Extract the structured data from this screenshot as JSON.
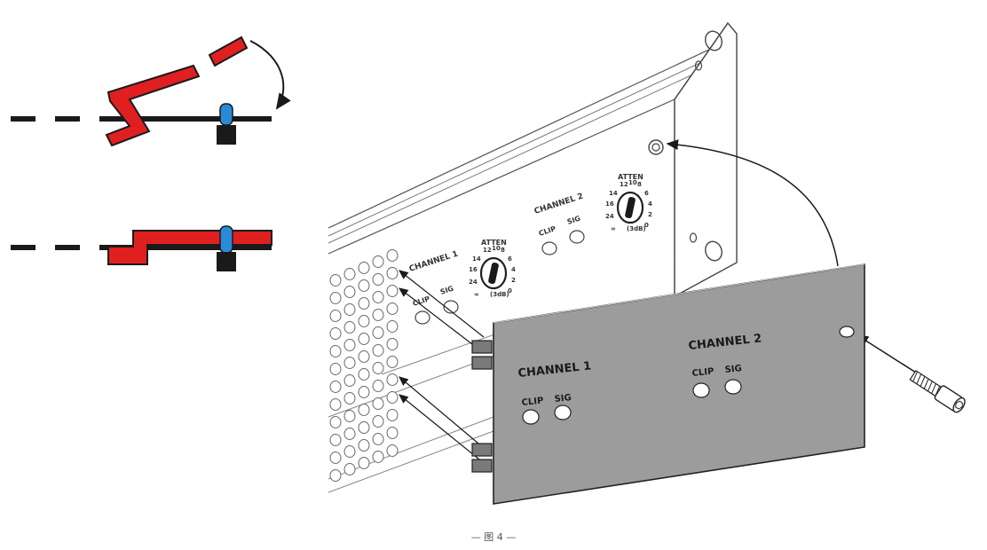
{
  "figure": {
    "caption": "— 图 4 —"
  },
  "rear_panel": {
    "channel1": {
      "label": "CHANNEL 1",
      "clip": "CLIP",
      "sig": "SIG"
    },
    "channel2": {
      "label": "CHANNEL 2",
      "clip": "CLIP",
      "sig": "SIG"
    },
    "atten_label": "ATTEN",
    "dial_ticks": [
      "12",
      "10",
      "8",
      "14",
      "6",
      "16",
      "4",
      "24",
      "2",
      "∞",
      "(3dB)",
      "0"
    ]
  },
  "cover_plate": {
    "channel1": {
      "label": "CHANNEL 1",
      "clip": "CLIP",
      "sig": "SIG"
    },
    "channel2": {
      "label": "CHANNEL 2",
      "clip": "CLIP",
      "sig": "SIG"
    }
  },
  "colors": {
    "line": "#1a1a1a",
    "latch": "#e02020",
    "pin": "#2a8ad8",
    "plate": "#9c9c9c",
    "panel": "#ffffff"
  },
  "icons": [
    "latch-open-icon",
    "latch-closed-icon",
    "screw-icon",
    "arrow-icon"
  ]
}
